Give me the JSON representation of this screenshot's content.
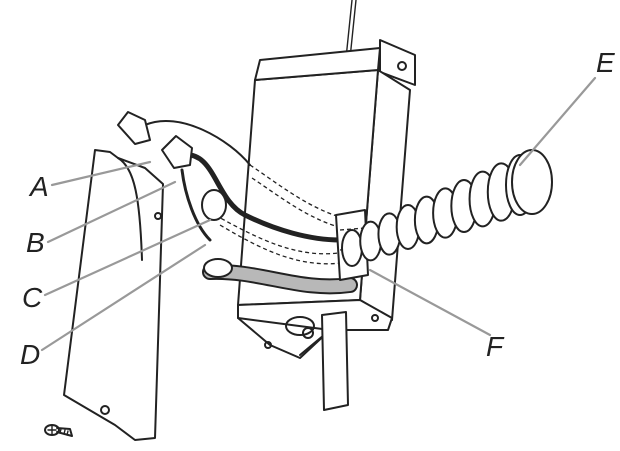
{
  "labels": {
    "a": "A",
    "b": "B",
    "c": "C",
    "d": "D",
    "e": "E",
    "f": "F"
  },
  "colors": {
    "line": "#222222",
    "leader": "#999999",
    "gray_wire": "#b8b8b8"
  }
}
